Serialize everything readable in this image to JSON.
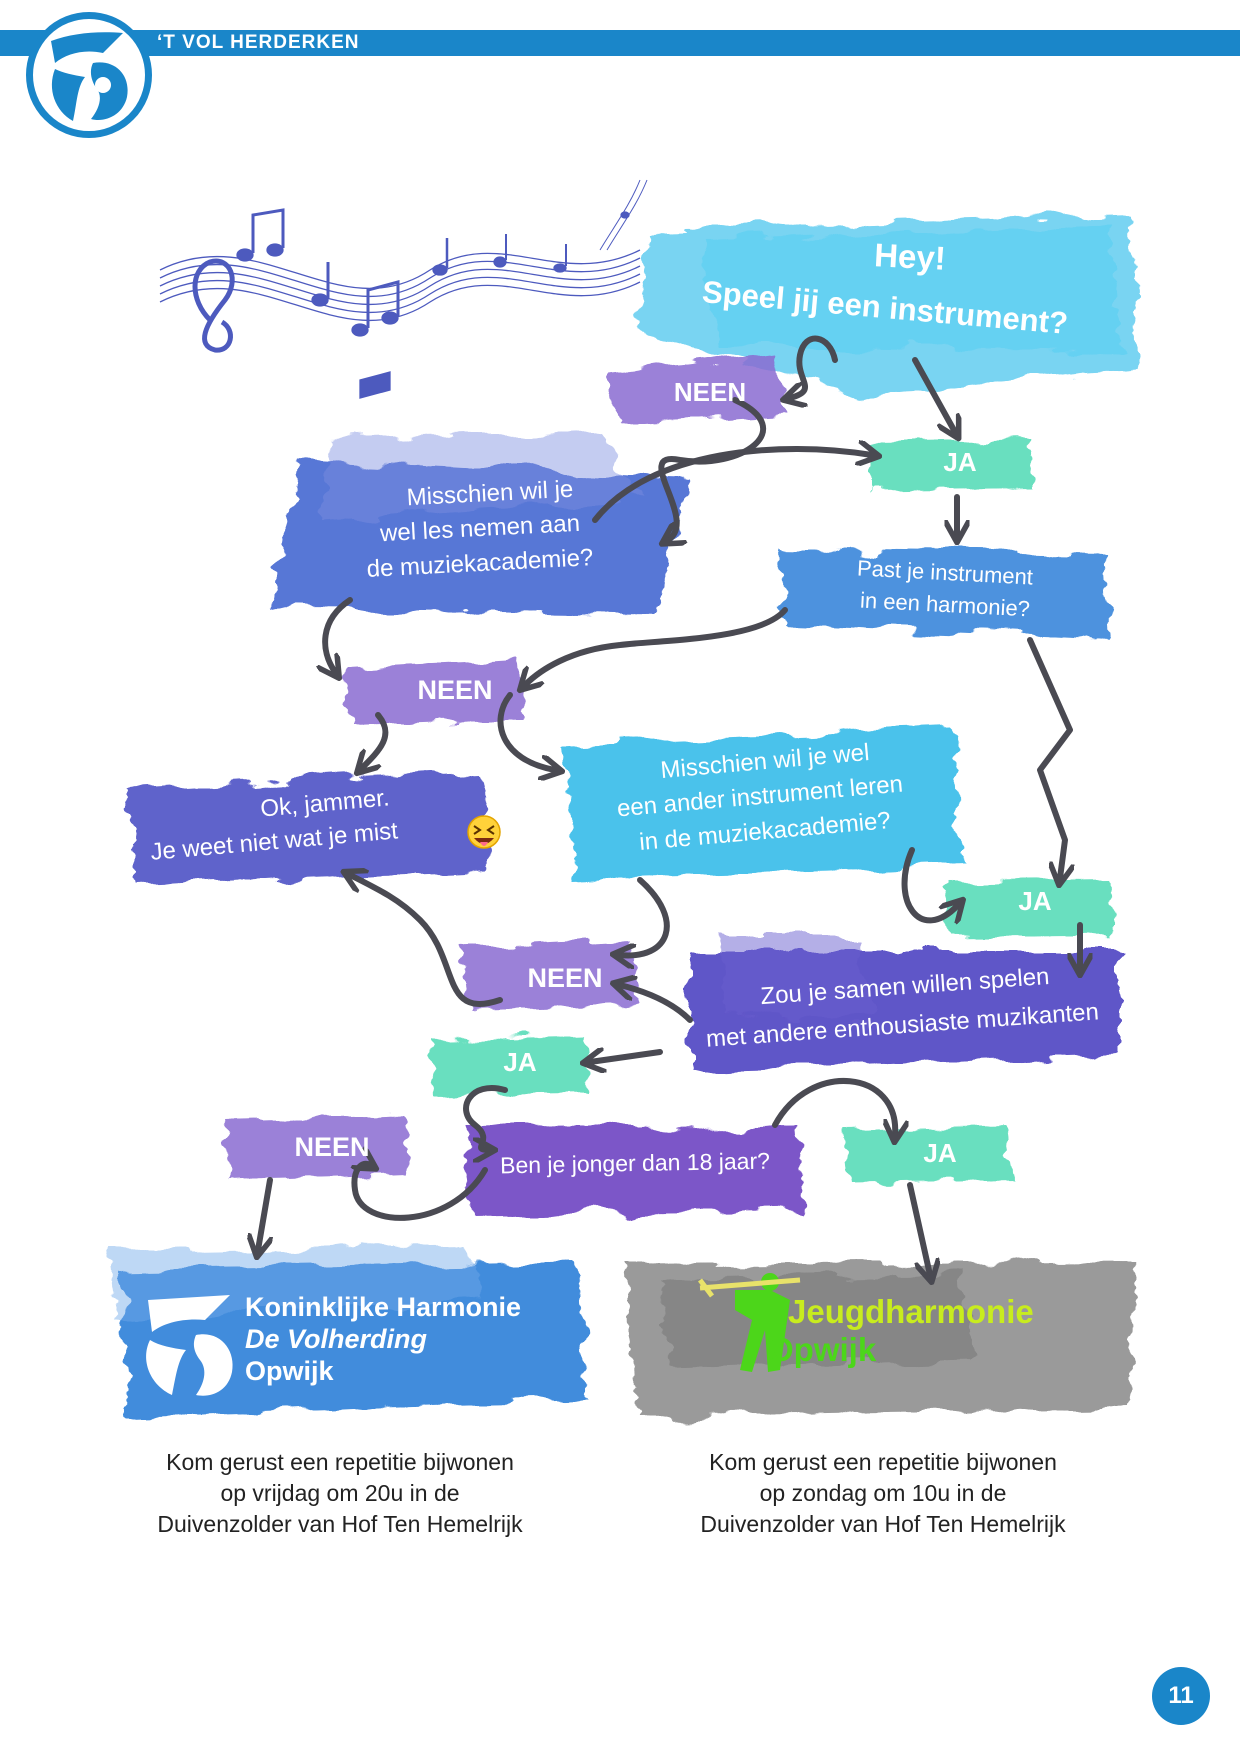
{
  "header": {
    "title": "‘T VOL HERDERKEN"
  },
  "flowchart": {
    "start": {
      "line1": "Hey!",
      "line2": "Speel jij een instrument?"
    },
    "no_1": "NEEN",
    "yes_1": "JA",
    "music_school": {
      "line1": "Misschien wil je",
      "line2": "wel les nemen aan",
      "line3": "de muziekacademie?"
    },
    "fits_harmony": {
      "line1": "Past je instrument",
      "line2": "in een harmonie?"
    },
    "no_2": "NEEN",
    "other_instrument": {
      "line1": "Misschien wil je wel",
      "line2": "een ander instrument leren",
      "line3": "in de muziekacademie?"
    },
    "too_bad": {
      "line1": "Ok, jammer.",
      "line2": "Je weet niet wat je mist"
    },
    "yes_2": "JA",
    "play_together": {
      "line1": "Zou je samen willen spelen",
      "line2": "met andere enthousiaste muzikanten"
    },
    "no_3": "NEEN",
    "yes_3": "JA",
    "younger_18": "Ben je jonger dan 18 jaar?",
    "no_4": "NEEN",
    "yes_4": "JA"
  },
  "destinations": {
    "harmony": {
      "line1": "Koninklijke Harmonie",
      "line2": "De Volherding",
      "line3": "Opwijk"
    },
    "youth": {
      "line1": "Jeugdharmonie",
      "line2": "Opwijk"
    }
  },
  "captions": {
    "left": {
      "line1": "Kom gerust een repetitie bijwonen",
      "line2": "op vrijdag om 20u in de",
      "line3": "Duivenzolder van Hof Ten Hemelrijk"
    },
    "right": {
      "line1": "Kom gerust een repetitie bijwonen",
      "line2": "op zondag om 10u in de",
      "line3": "Duivenzolder van Hof Ten Hemelrijk"
    }
  },
  "page_number": "11",
  "colors": {
    "brand_blue": "#1a86c9",
    "cyan": "#4cc6ee",
    "royal": "#3b6fd6",
    "indigo": "#4a4fc4",
    "purple": "#8a6bd1",
    "mint": "#4fd9b4",
    "gray": "#8f8f8f",
    "lime": "#c8ec1e",
    "arrow": "#4a4a52"
  },
  "icons": [
    "music-notes-icon",
    "volherding-logo-icon",
    "trombone-player-icon",
    "laughing-emoji-icon"
  ]
}
